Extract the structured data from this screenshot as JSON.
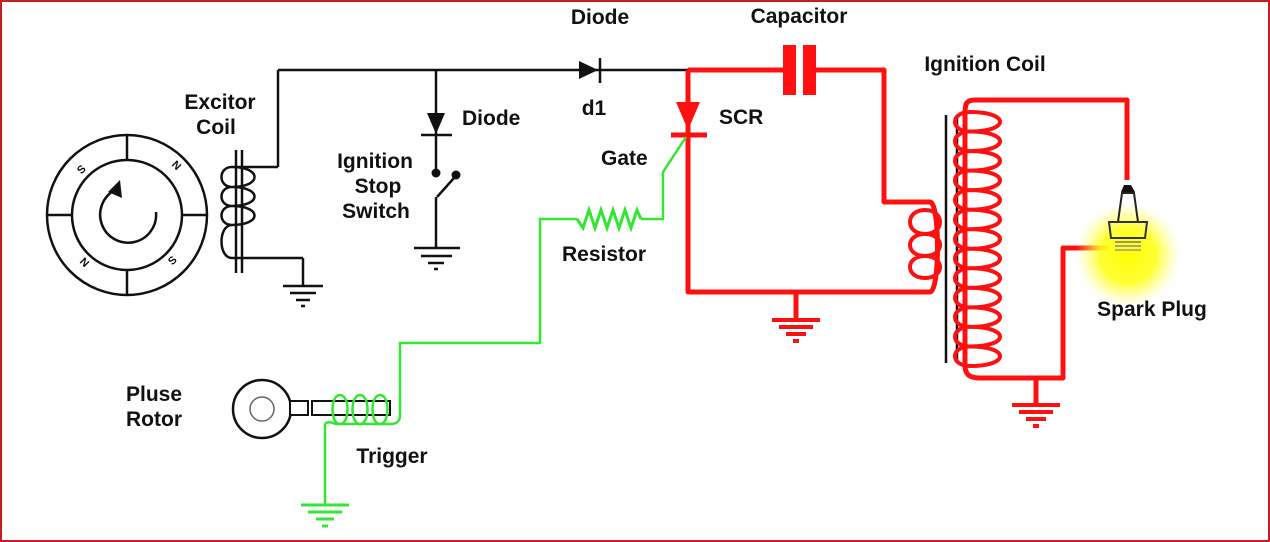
{
  "diagram": {
    "title": "CDI Ignition Circuit",
    "colors": {
      "frame": "#c41e24",
      "wire_default": "#111111",
      "wire_high_voltage": "#ff1010",
      "wire_trigger": "#33e633",
      "spark_glow": "#ffff00"
    },
    "labels": {
      "excitor_coil_line1": "Excitor",
      "excitor_coil_line2": "Coil",
      "diode_top": "Diode",
      "d1": "d1",
      "diode_stop": "Diode",
      "ignition_stop_line1": "Ignition",
      "ignition_stop_line2": "Stop",
      "ignition_stop_line3": "Switch",
      "capacitor": "Capacitor",
      "scr": "SCR",
      "gate": "Gate",
      "resistor": "Resistor",
      "ignition_coil": "Ignition Coil",
      "spark_plug": "Spark Plug",
      "pulse_rotor_line1": "Pluse",
      "pulse_rotor_line2": "Rotor",
      "trigger": "Trigger"
    },
    "magneto_poles": [
      "S",
      "N",
      "N",
      "S"
    ],
    "components": [
      {
        "id": "magneto",
        "type": "rotating-magnet"
      },
      {
        "id": "excitor-coil",
        "type": "inductor",
        "turns": 3
      },
      {
        "id": "diode-d1",
        "type": "diode"
      },
      {
        "id": "stop-diode",
        "type": "diode"
      },
      {
        "id": "ignition-stop-switch",
        "type": "switch",
        "state": "open"
      },
      {
        "id": "capacitor",
        "type": "capacitor"
      },
      {
        "id": "scr",
        "type": "thyristor"
      },
      {
        "id": "resistor",
        "type": "resistor"
      },
      {
        "id": "ignition-coil-primary",
        "type": "inductor",
        "turns": 3
      },
      {
        "id": "ignition-coil-secondary",
        "type": "inductor",
        "turns": 13
      },
      {
        "id": "spark-plug",
        "type": "spark-plug",
        "state": "firing"
      },
      {
        "id": "pulse-rotor",
        "type": "rotor"
      },
      {
        "id": "trigger-coil",
        "type": "inductor",
        "turns": 3
      }
    ]
  }
}
